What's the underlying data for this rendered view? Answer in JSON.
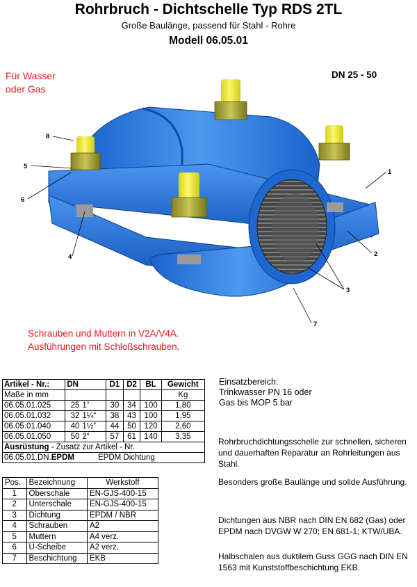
{
  "header": {
    "title": "Rohrbruch - Dichtschelle Typ RDS 2TL",
    "subtitle": "Große Baulänge, passend für  Stahl - Rohre",
    "model": "Modell 06.05.01"
  },
  "medium": {
    "line1": "Für  Wasser",
    "line2": "oder Gas"
  },
  "dn_range": "DN 25 - 50",
  "callouts": [
    "1",
    "2",
    "3",
    "4",
    "5",
    "6",
    "7",
    "8"
  ],
  "note": {
    "line1": "Schrauben und Muttern in V2A/V4A.",
    "line2": "Ausführungen mit Schloßschrauben."
  },
  "spec_table": {
    "headers": [
      "Artikel - Nr.:",
      "DN",
      "D1",
      "D2",
      "BL",
      "Gewicht"
    ],
    "units_row": {
      "label": "Maße in mm",
      "unit": "Kg"
    },
    "rows": [
      {
        "art": "06.05.01.025",
        "dn": "25",
        "inch": "1“",
        "d1": "30",
        "d2": "34",
        "bl": "100",
        "kg": "1,80"
      },
      {
        "art": "06.05.01.032",
        "dn": "32",
        "inch": "1¼“",
        "d1": "38",
        "d2": "43",
        "bl": "100",
        "kg": "1,95"
      },
      {
        "art": "06.05.01.040",
        "dn": "40",
        "inch": "1½“",
        "d1": "44",
        "d2": "50",
        "bl": "120",
        "kg": "2,60"
      },
      {
        "art": "06.05.01.050",
        "dn": "50",
        "inch": "2“",
        "d1": "57",
        "d2": "61",
        "bl": "140",
        "kg": "3,35"
      }
    ],
    "option_title": "Ausrüstung",
    "option_suffix": " - Zusatz zur Artikel - Nr.",
    "option_code_prefix": "06.05.01.DN.",
    "option_code_bold": "EPDM",
    "option_desc": "EPDM Dichtung"
  },
  "material_table": {
    "headers": [
      "Pos.",
      "Bezeichnung",
      "Werkstoff"
    ],
    "rows": [
      {
        "pos": "1",
        "name": "Oberschale",
        "material": "EN-GJS-400-15"
      },
      {
        "pos": "2",
        "name": "Unterschale",
        "material": "EN-GJS-400-15"
      },
      {
        "pos": "3",
        "name": "Dichtung",
        "material": "EPDM / NBR"
      },
      {
        "pos": "4",
        "name": "Schrauben",
        "material": "A2"
      },
      {
        "pos": "5",
        "name": "Muttern",
        "material": "A4  verz."
      },
      {
        "pos": "6",
        "name": "U-Scheibe",
        "material": "A2  verz."
      },
      {
        "pos": "7",
        "name": "Beschichtung",
        "material": "EKB"
      }
    ]
  },
  "use_area": {
    "title": "Einsatzbereich:",
    "line1": "Trinkwasser PN 16 oder",
    "line2": "Gas bis MOP 5 bar"
  },
  "descriptions": [
    "Rohrbruchdichtungsschelle zur schnellen, sicheren und dauerhaften Reparatur an Rohrleitungen aus Stahl.",
    "Besonders große Baulänge und solide Ausführung.",
    "Dichtungen aus NBR nach DIN EN 682 (Gas) oder EPDM nach DVGW W 270; EN 681-1; KTW/UBA.",
    "Halbschalen aus duktilem Guss GGG nach DIN EN 1563 mit Kunststoffbeschichtung EKB."
  ],
  "colors": {
    "clamp_blue": "#1f6fd6",
    "clamp_blue_light": "#4a95ee",
    "bolt_yellow": "#f2ee36",
    "nut_olive": "#a7a33a",
    "gasket_dark": "#3d3d3d",
    "accent_red": "#e3171d"
  }
}
